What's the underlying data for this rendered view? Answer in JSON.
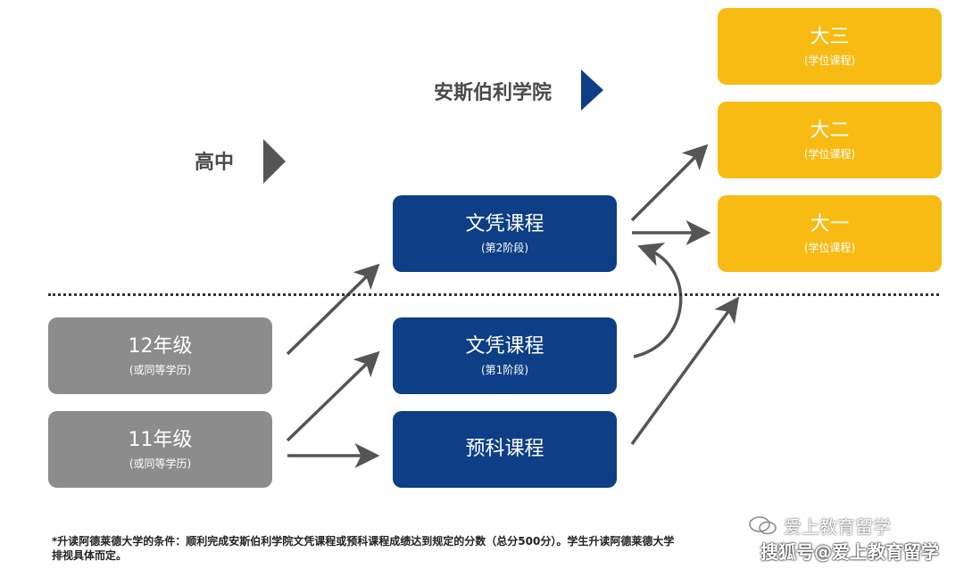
{
  "stages": {
    "highschool": "高中",
    "college": "安斯伯利学院"
  },
  "boxes": {
    "grade12": {
      "main": "12年级",
      "sub": "(或同等学历)"
    },
    "grade11": {
      "main": "11年级",
      "sub": "(或同等学历)"
    },
    "diploma2": {
      "main": "文凭课程",
      "sub": "(第2阶段)"
    },
    "diploma1": {
      "main": "文凭课程",
      "sub": "(第1阶段)"
    },
    "foundation": {
      "main": "预科课程"
    },
    "year3": {
      "main": "大三",
      "sub": "(学位课程)"
    },
    "year2": {
      "main": "大二",
      "sub": "(学位课程)"
    },
    "year1": {
      "main": "大一",
      "sub": "(学位课程)"
    }
  },
  "footnote": {
    "line1": "*升读阿德莱德大学的条件：顺利完成安斯伯利学院文凭课程或预科课程成绩达到规定的分数（总分500分）。学生升读阿德莱德大学",
    "line2": "排视具体而定。"
  },
  "watermark": {
    "top": "爱上教育留学",
    "bottom": "搜狐号@爱上教育留学"
  },
  "colors": {
    "grey": "#8c8c8c",
    "blue": "#0e3f86",
    "gold": "#f7bb14",
    "arrow": "#555555"
  }
}
